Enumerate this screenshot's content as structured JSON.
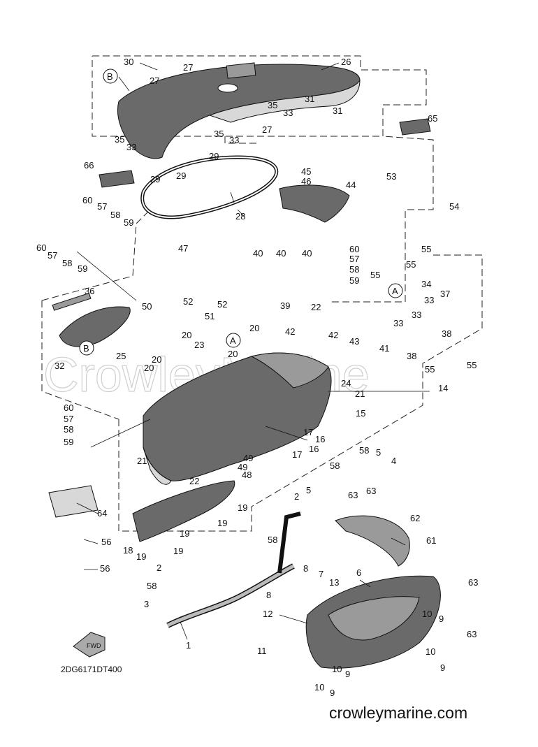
{
  "diagram": {
    "code": "2DG6171DT400",
    "site": "crowleymarine.com",
    "watermark": "CrowleyMarine",
    "direction_tag": "FWD",
    "callouts": [
      "A",
      "B"
    ]
  },
  "labels": [
    {
      "id": "l30",
      "text": "30"
    },
    {
      "id": "l27a",
      "text": "27"
    },
    {
      "id": "l27b",
      "text": "27"
    },
    {
      "id": "l26",
      "text": "26"
    },
    {
      "id": "l31a",
      "text": "31"
    },
    {
      "id": "l31b",
      "text": "31"
    },
    {
      "id": "l35a",
      "text": "35"
    },
    {
      "id": "l33a",
      "text": "33"
    },
    {
      "id": "l27c",
      "text": "27"
    },
    {
      "id": "l35b",
      "text": "35"
    },
    {
      "id": "l33b",
      "text": "33"
    },
    {
      "id": "l35c",
      "text": "35"
    },
    {
      "id": "l33c",
      "text": "33"
    },
    {
      "id": "l65",
      "text": "65"
    },
    {
      "id": "l29a",
      "text": "29"
    },
    {
      "id": "l29b",
      "text": "29"
    },
    {
      "id": "l29c",
      "text": "29"
    },
    {
      "id": "l66",
      "text": "66"
    },
    {
      "id": "l45",
      "text": "45"
    },
    {
      "id": "l46",
      "text": "46"
    },
    {
      "id": "l53",
      "text": "53"
    },
    {
      "id": "l44",
      "text": "44"
    },
    {
      "id": "l54",
      "text": "54"
    },
    {
      "id": "l28",
      "text": "28"
    },
    {
      "id": "l60a",
      "text": "60"
    },
    {
      "id": "l57a",
      "text": "57"
    },
    {
      "id": "l58a",
      "text": "58"
    },
    {
      "id": "l59a",
      "text": "59"
    },
    {
      "id": "l60b",
      "text": "60"
    },
    {
      "id": "l57b",
      "text": "57"
    },
    {
      "id": "l58b",
      "text": "58"
    },
    {
      "id": "l59b",
      "text": "59"
    },
    {
      "id": "l47",
      "text": "47"
    },
    {
      "id": "l60c",
      "text": "60"
    },
    {
      "id": "l57c",
      "text": "57"
    },
    {
      "id": "l58c",
      "text": "58"
    },
    {
      "id": "l59c",
      "text": "59"
    },
    {
      "id": "l55a",
      "text": "55"
    },
    {
      "id": "l55b",
      "text": "55"
    },
    {
      "id": "l55c",
      "text": "55"
    },
    {
      "id": "l40a",
      "text": "40"
    },
    {
      "id": "l40b",
      "text": "40"
    },
    {
      "id": "l40c",
      "text": "40"
    },
    {
      "id": "l36",
      "text": "36"
    },
    {
      "id": "l39",
      "text": "39"
    },
    {
      "id": "l34",
      "text": "34"
    },
    {
      "id": "l33d",
      "text": "33"
    },
    {
      "id": "l33e",
      "text": "33"
    },
    {
      "id": "l33f",
      "text": "33"
    },
    {
      "id": "l37",
      "text": "37"
    },
    {
      "id": "l50",
      "text": "50"
    },
    {
      "id": "l52a",
      "text": "52"
    },
    {
      "id": "l52b",
      "text": "52"
    },
    {
      "id": "l51",
      "text": "51"
    },
    {
      "id": "l22a",
      "text": "22"
    },
    {
      "id": "l38a",
      "text": "38"
    },
    {
      "id": "l38b",
      "text": "38"
    },
    {
      "id": "l20a",
      "text": "20"
    },
    {
      "id": "l42a",
      "text": "42"
    },
    {
      "id": "l42b",
      "text": "42"
    },
    {
      "id": "l43",
      "text": "43"
    },
    {
      "id": "l20b",
      "text": "20"
    },
    {
      "id": "l23",
      "text": "23"
    },
    {
      "id": "l25",
      "text": "25"
    },
    {
      "id": "l20c",
      "text": "20"
    },
    {
      "id": "l20d",
      "text": "20"
    },
    {
      "id": "l20e",
      "text": "20"
    },
    {
      "id": "l41",
      "text": "41"
    },
    {
      "id": "l55d",
      "text": "55"
    },
    {
      "id": "l55e",
      "text": "55"
    },
    {
      "id": "l32",
      "text": "32"
    },
    {
      "id": "l24",
      "text": "24"
    },
    {
      "id": "l14",
      "text": "14"
    },
    {
      "id": "l21a",
      "text": "21"
    },
    {
      "id": "l60d",
      "text": "60"
    },
    {
      "id": "l57d",
      "text": "57"
    },
    {
      "id": "l15",
      "text": "15"
    },
    {
      "id": "l58d",
      "text": "58"
    },
    {
      "id": "l59d",
      "text": "59"
    },
    {
      "id": "l17a",
      "text": "17"
    },
    {
      "id": "l16a",
      "text": "16"
    },
    {
      "id": "l16b",
      "text": "16"
    },
    {
      "id": "l17b",
      "text": "17"
    },
    {
      "id": "l21b",
      "text": "21"
    },
    {
      "id": "l49a",
      "text": "49"
    },
    {
      "id": "l49b",
      "text": "49"
    },
    {
      "id": "l58e",
      "text": "58"
    },
    {
      "id": "l5a",
      "text": "5"
    },
    {
      "id": "l4",
      "text": "4"
    },
    {
      "id": "l58f",
      "text": "58"
    },
    {
      "id": "l48",
      "text": "48"
    },
    {
      "id": "l22b",
      "text": "22"
    },
    {
      "id": "l2a",
      "text": "2"
    },
    {
      "id": "l5b",
      "text": "5"
    },
    {
      "id": "l63a",
      "text": "63"
    },
    {
      "id": "l63b",
      "text": "63"
    },
    {
      "id": "l19a",
      "text": "19"
    },
    {
      "id": "l64",
      "text": "64"
    },
    {
      "id": "l19b",
      "text": "19"
    },
    {
      "id": "l62",
      "text": "62"
    },
    {
      "id": "l19c",
      "text": "19"
    },
    {
      "id": "l56a",
      "text": "56"
    },
    {
      "id": "l58g",
      "text": "58"
    },
    {
      "id": "l61",
      "text": "61"
    },
    {
      "id": "l18",
      "text": "18"
    },
    {
      "id": "l19d",
      "text": "19"
    },
    {
      "id": "l19e",
      "text": "19"
    },
    {
      "id": "l2b",
      "text": "2"
    },
    {
      "id": "l56b",
      "text": "56"
    },
    {
      "id": "l6",
      "text": "6"
    },
    {
      "id": "l8a",
      "text": "8"
    },
    {
      "id": "l7",
      "text": "7"
    },
    {
      "id": "l58h",
      "text": "58"
    },
    {
      "id": "l13",
      "text": "13"
    },
    {
      "id": "l63c",
      "text": "63"
    },
    {
      "id": "l8b",
      "text": "8"
    },
    {
      "id": "l3",
      "text": "3"
    },
    {
      "id": "l10a",
      "text": "10"
    },
    {
      "id": "l9a",
      "text": "9"
    },
    {
      "id": "l12",
      "text": "12"
    },
    {
      "id": "l63d",
      "text": "63"
    },
    {
      "id": "l1",
      "text": "1"
    },
    {
      "id": "l11",
      "text": "11"
    },
    {
      "id": "l10b",
      "text": "10"
    },
    {
      "id": "l9b",
      "text": "9"
    },
    {
      "id": "l10c",
      "text": "10"
    },
    {
      "id": "l9c",
      "text": "9"
    },
    {
      "id": "l10d",
      "text": "10"
    },
    {
      "id": "l9d",
      "text": "9"
    }
  ]
}
